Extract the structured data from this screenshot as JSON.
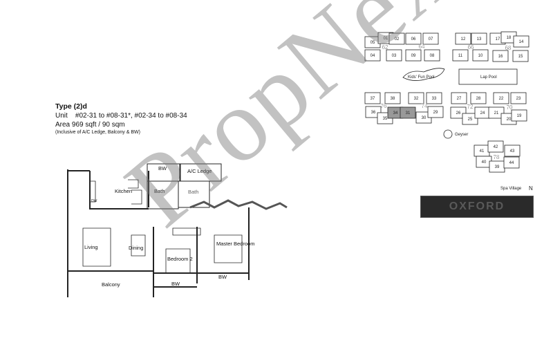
{
  "unit_info": {
    "type": "Type (2)d",
    "unit": "Unit    #02-31 to #08-31*, #02-34 to #08-34",
    "area": "Area  969 sqft / 90 sqm",
    "note": "(Inclusive of A/C Ledge, Balcony & BW)"
  },
  "floor_plan": {
    "rooms": {
      "kitchen": "Kitchen",
      "bw_top": "BW",
      "ac_ledge": "A/C Ledge",
      "bath1": "Bath",
      "bath2": "Bath",
      "living": "Living",
      "dining": "Dining",
      "bedroom2": "Bedroom 2",
      "master": "Master Bedroom",
      "balcony": "Balcony",
      "bw_bottom": "BW",
      "bw_right": "BW",
      "dw": "DW"
    }
  },
  "site_plan": {
    "units": [
      "05",
      "01",
      "02",
      "04",
      "03",
      "06",
      "07",
      "09",
      "08",
      "12",
      "13",
      "11",
      "10",
      "17",
      "18",
      "14",
      "16",
      "15",
      "37",
      "38",
      "32",
      "33",
      "36",
      "35",
      "34",
      "31",
      "30",
      "29",
      "27",
      "28",
      "22",
      "23",
      "26",
      "25",
      "24",
      "21",
      "20",
      "19",
      "41",
      "42",
      "43",
      "40",
      "39",
      "44"
    ],
    "blocks": [
      "62",
      "64",
      "66",
      "68",
      "76",
      "74",
      "72",
      "70",
      "78"
    ],
    "highlighted_units": [
      "34",
      "31"
    ],
    "kids_pool": "Kids' Fun Pool",
    "lap_pool": "Lap Pool",
    "geyser": "Geyser",
    "spa": "Spa Village",
    "north": "N"
  },
  "logo_bar_text": "OXFORD",
  "watermark": "PropNex"
}
